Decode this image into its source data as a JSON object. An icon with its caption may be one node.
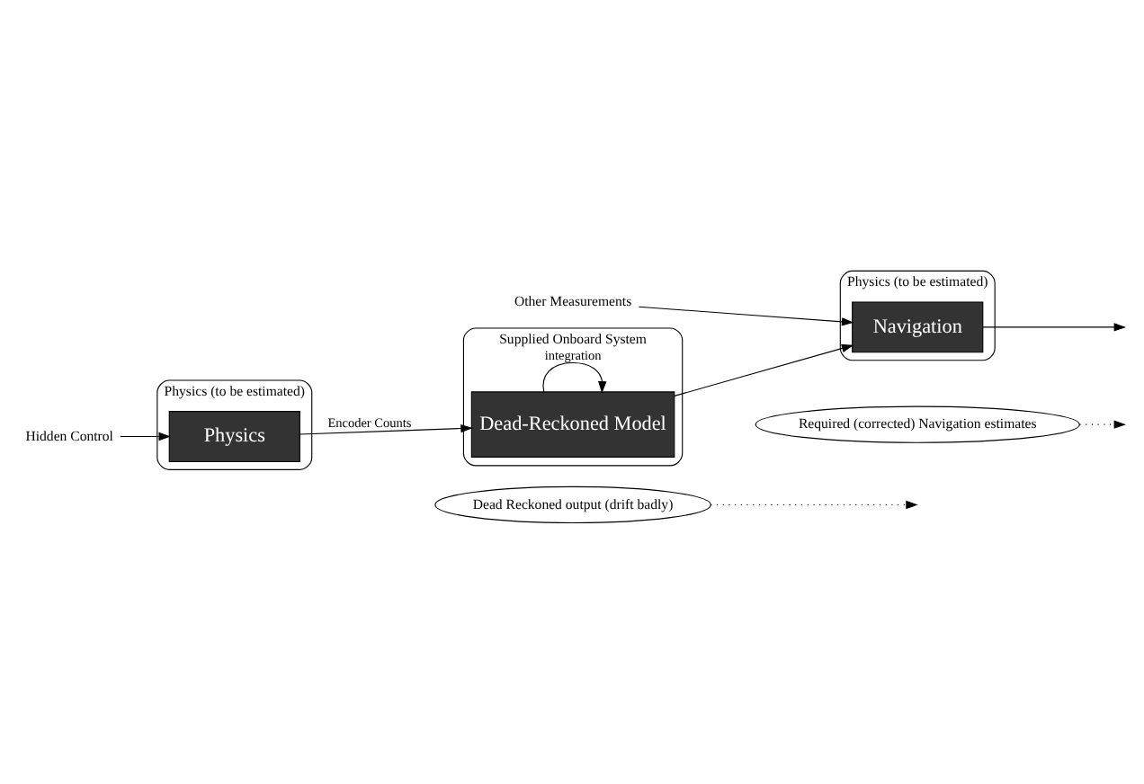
{
  "diagram": {
    "nodes": [
      {
        "text": [
          "Physics (to be estimated)"
        ]
      },
      {
        "text": [
          "Physics"
        ],
        "in": 0
      },
      {
        "text": [
          "Supplied Onboard System"
        ]
      },
      {
        "text": [
          "Dead-Reckoned Model"
        ],
        "in": 2
      },
      {
        "text": [
          "Physics (to be estimated)"
        ]
      },
      {
        "text": [
          "Navigation"
        ],
        "in": 4
      },
      {
        "text": [
          "Hidden Control"
        ]
      },
      {
        "text": [
          "Other Measurements"
        ]
      },
      {
        "text": [
          "Dead Reckoned output (drift badly)"
        ]
      },
      {
        "text": [
          "Required (corrected) Navigation estimates"
        ]
      }
    ],
    "edges": [
      {
        "from": 6,
        "to": 1,
        "arrow": "to"
      },
      {
        "from": 1,
        "to": 3,
        "arrow": "to",
        "label": "Encoder Counts"
      },
      {
        "from": 3,
        "to": 5,
        "arrow": "to"
      },
      {
        "from": 3,
        "to": 3,
        "arrow": "to",
        "label": "integration"
      },
      {
        "from": 7,
        "to": 5,
        "arrow": "to"
      },
      {
        "from": 5,
        "to": null,
        "arrow": "to"
      },
      {
        "from": 8,
        "to": null,
        "arrow": "to",
        "style": "dashed"
      },
      {
        "from": 9,
        "to": null,
        "arrow": "to",
        "style": "dashed"
      }
    ]
  }
}
